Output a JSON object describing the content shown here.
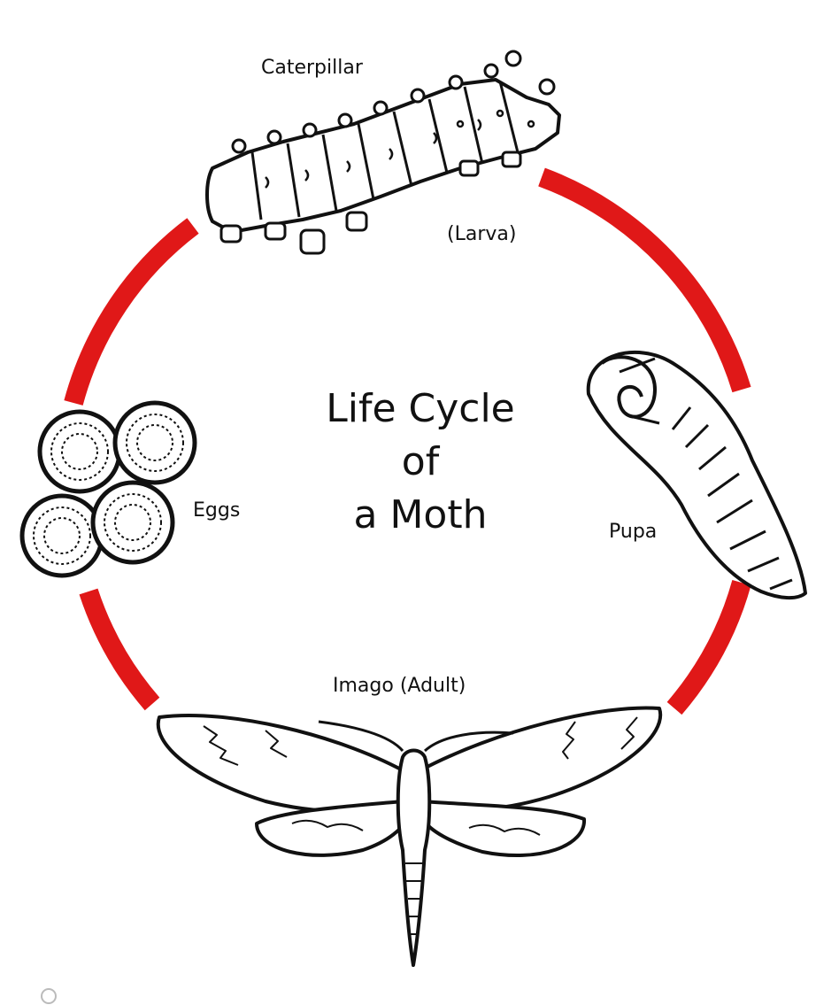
{
  "diagram": {
    "title_lines": [
      "Life Cycle",
      "of",
      "a Moth"
    ],
    "stages": {
      "caterpillar": "Caterpillar",
      "larva": "(Larva)",
      "pupa": "Pupa",
      "imago": "Imago (Adult)",
      "eggs": "Eggs"
    },
    "colors": {
      "arrow": "#e01818",
      "ink": "#111111",
      "background": "#ffffff"
    },
    "icons": [
      "caterpillar-icon",
      "pupa-icon",
      "moth-icon",
      "eggs-icon"
    ]
  }
}
